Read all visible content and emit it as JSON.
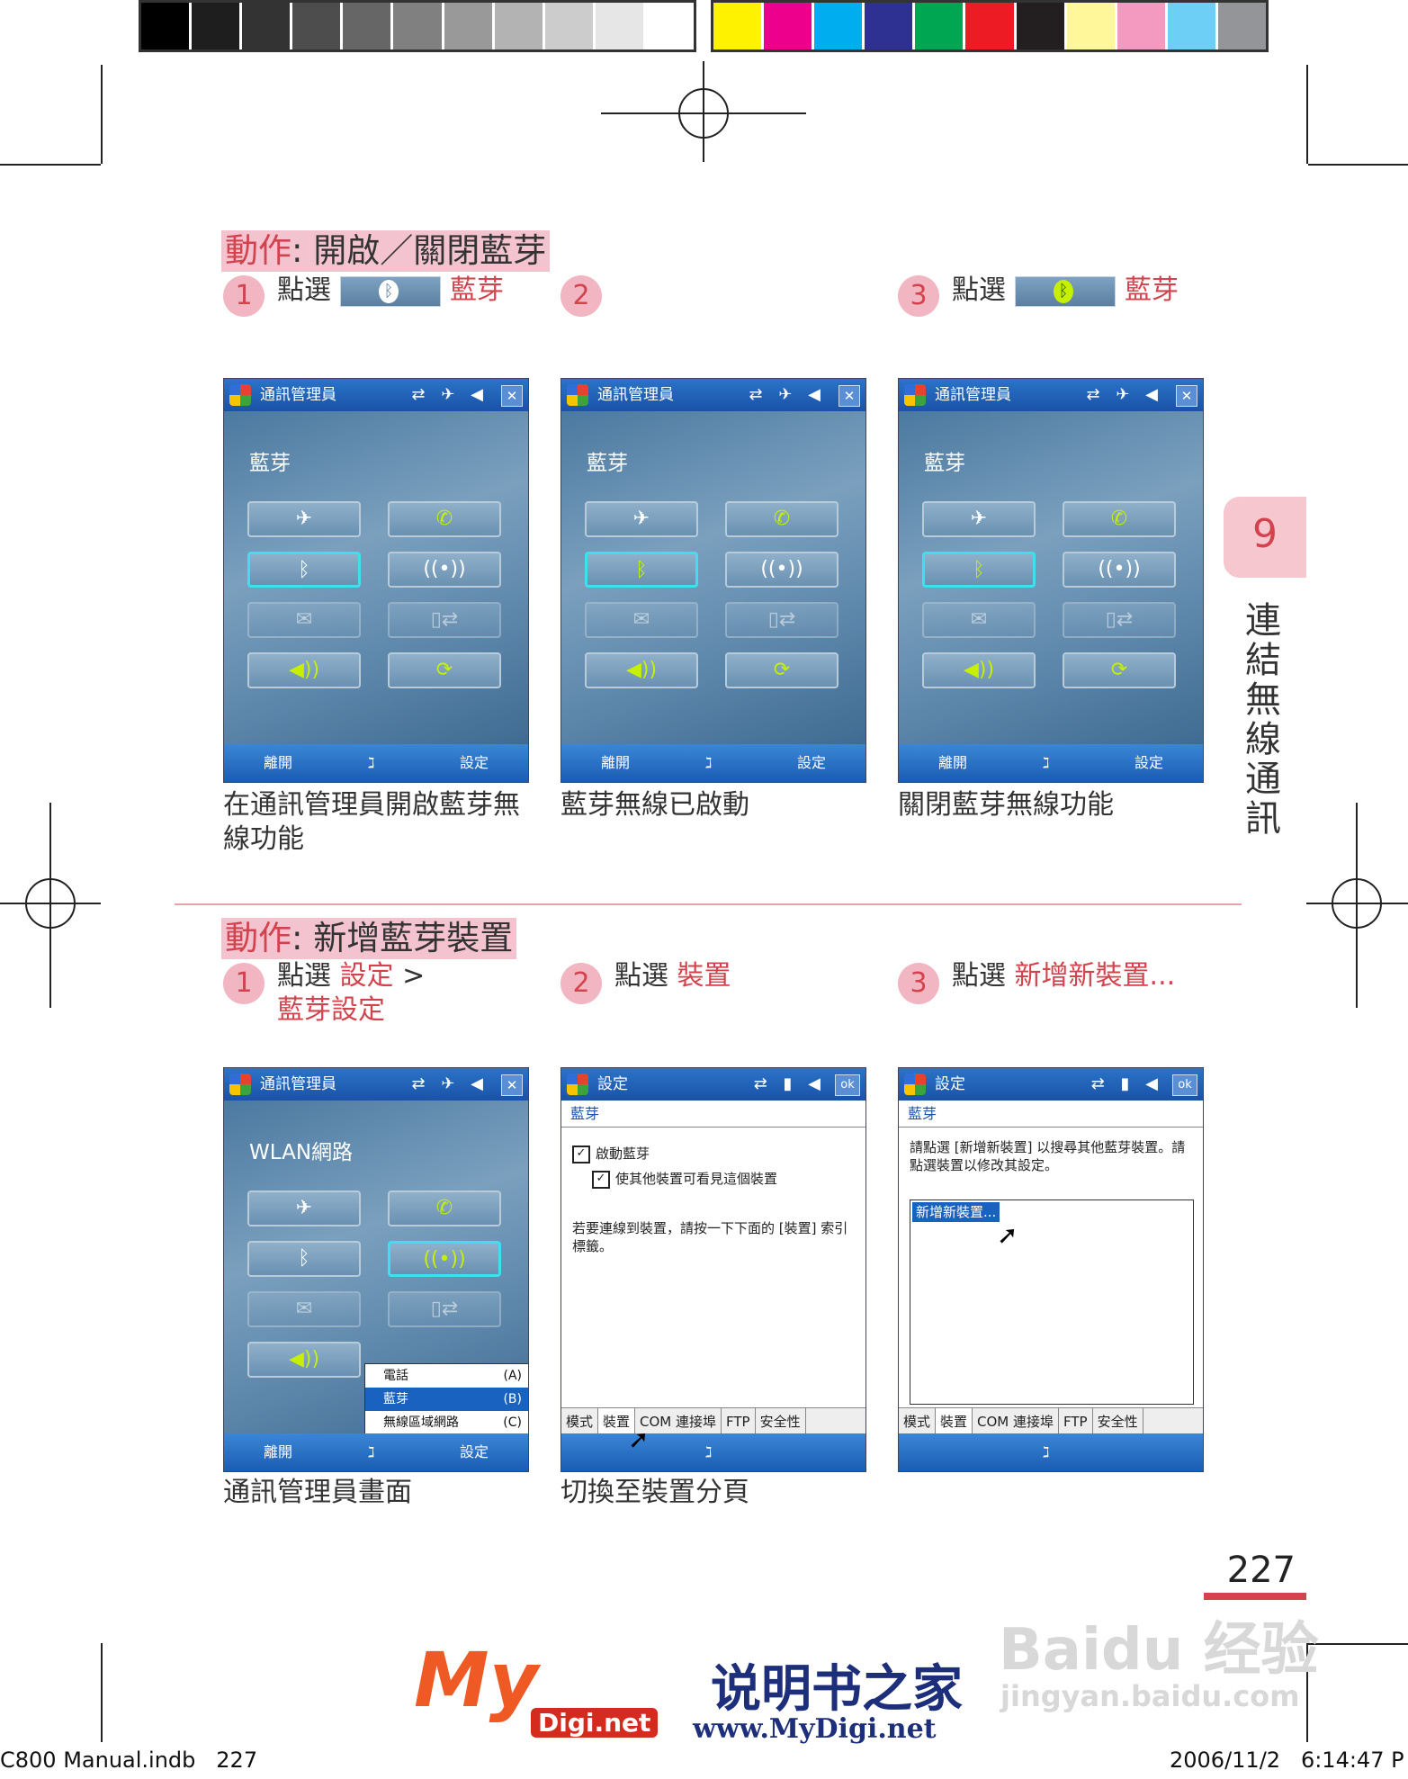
{
  "colors": {
    "accent": "#d3434e",
    "title_highlight": "#f3c3cf",
    "number_bg": "#f2b5c2",
    "page_line": "#d3434e",
    "swatches_gray": [
      "#000000",
      "#1e1e1e",
      "#333333",
      "#4d4d4d",
      "#666666",
      "#808080",
      "#999999",
      "#b3b3b3",
      "#cccccc",
      "#e6e6e6",
      "#ffffff"
    ],
    "swatches_color": [
      "#fff200",
      "#ec008c",
      "#00aeef",
      "#2e3192",
      "#00a651",
      "#ed1c24",
      "#231f20",
      "#fff799",
      "#f49ac1",
      "#6dcff6",
      "#939598"
    ]
  },
  "section1": {
    "title_key": "動作",
    "title_rest": ": 開啟／關閉藍芽",
    "steps": [
      {
        "num": "1",
        "prefix": "點選",
        "label": "藍芽"
      },
      {
        "num": "2",
        "prefix": "",
        "label": ""
      },
      {
        "num": "3",
        "prefix": "點選",
        "label": "藍芽"
      }
    ],
    "captions": [
      "在通訊管理員開啟藍芽無線功能",
      "藍芽無線已啟動",
      "關閉藍芽無線功能"
    ]
  },
  "section2": {
    "title_key": "動作",
    "title_rest": ": 新增藍芽裝置",
    "steps": [
      {
        "num": "1",
        "prefix": "點選",
        "label": "設定",
        "sep": " >",
        "label2": "藍芽設定"
      },
      {
        "num": "2",
        "prefix": "點選",
        "label": "裝置"
      },
      {
        "num": "3",
        "prefix": "點選",
        "label": "新增新裝置..."
      }
    ],
    "captions": [
      "通訊管理員畫面",
      "切換至裝置分頁"
    ]
  },
  "side_tab": {
    "chapter": "9",
    "text": "連結無線通訊"
  },
  "page_number": "227",
  "screens": {
    "comm_title": "通訊管理員",
    "bt_label": "藍芽",
    "wlan_label": "WLAN網路",
    "bar_left": "離開",
    "bar_mid": "ℷ",
    "bar_right": "設定",
    "icons": [
      "airplane-icon",
      "phone-icon",
      "bluetooth-icon",
      "wifi-icon",
      "mail-icon",
      "sync-device-icon",
      "speaker-icon",
      "refresh-icon"
    ],
    "menu": [
      {
        "label": "電話",
        "key": "(A)"
      },
      {
        "label": "藍芽",
        "key": "(B)"
      },
      {
        "label": "無線區域網路",
        "key": "(C)"
      }
    ],
    "settings_title": "設定",
    "ok": "ok",
    "settings_header": "藍芽",
    "check1": "啟動藍芽",
    "check2": "使其他裝置可看見這個裝置",
    "hint": "若要連線到裝置，請按一下下面的 [裝置] 索引標籤。",
    "device_hint": "請點選 [新增新裝置] 以搜尋其他藍芽裝置。請點選裝置以修改其設定。",
    "new_device": "新增新裝置...",
    "tabs": [
      "模式",
      "裝置",
      "COM 連接埠",
      "FTP",
      "安全性"
    ]
  },
  "footer": {
    "file": "C800 Manual.indb",
    "file_page": "227",
    "date": "2006/11/2",
    "time": "6:14:47 P",
    "logo_brand": "My",
    "logo_sub": "Digi.net",
    "logo_cn": "说明书之家",
    "logo_url": "www.MyDigi.net",
    "watermark1": "Baidu 经验",
    "watermark2": "jingyan.baidu.com"
  }
}
